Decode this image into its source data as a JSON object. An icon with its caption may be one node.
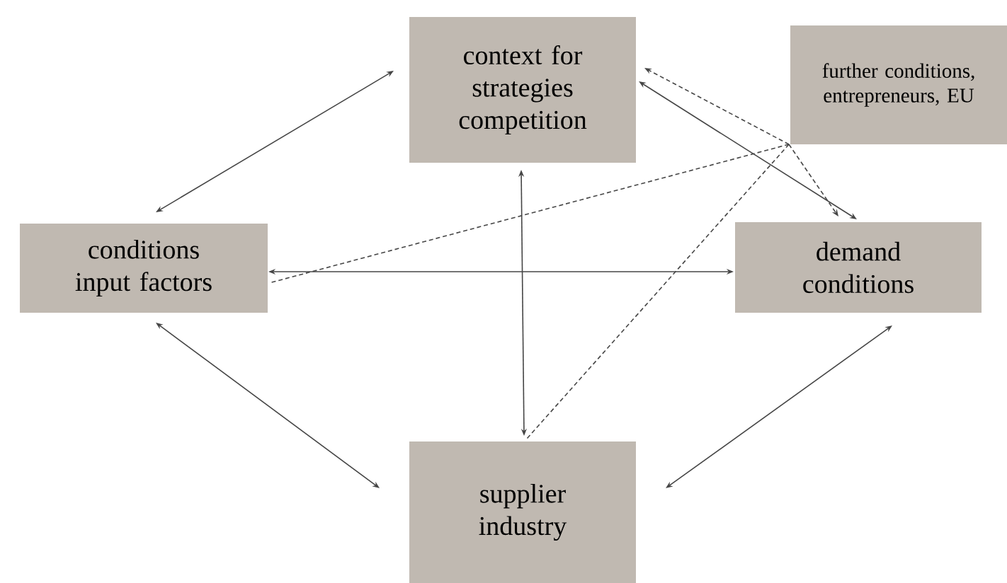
{
  "diagram": {
    "nodes": [
      {
        "text": [
          "context for strategies competition"
        ]
      },
      {
        "text": [
          "further conditions, entrepreneurs, EU"
        ]
      },
      {
        "text": [
          "conditions input factors"
        ]
      },
      {
        "text": [
          "demand conditions"
        ]
      },
      {
        "text": [
          "supplier industry"
        ]
      }
    ],
    "edges": [
      {
        "from": 2,
        "to": 0,
        "arrow": "both"
      },
      {
        "from": 0,
        "to": 3,
        "arrow": "both"
      },
      {
        "from": 1,
        "to": 0,
        "arrow": "to",
        "style": "dashed"
      },
      {
        "from": 1,
        "to": 3,
        "arrow": "to",
        "style": "dashed"
      },
      {
        "from": 1,
        "to": 2,
        "arrow": "none",
        "style": "dashed"
      },
      {
        "from": 1,
        "to": 4,
        "arrow": "none",
        "style": "dashed"
      },
      {
        "from": 2,
        "to": 3,
        "arrow": "both"
      },
      {
        "from": 0,
        "to": 4,
        "arrow": "both"
      },
      {
        "from": 2,
        "to": 4,
        "arrow": "both"
      },
      {
        "from": 3,
        "to": 4,
        "arrow": "both"
      }
    ]
  }
}
